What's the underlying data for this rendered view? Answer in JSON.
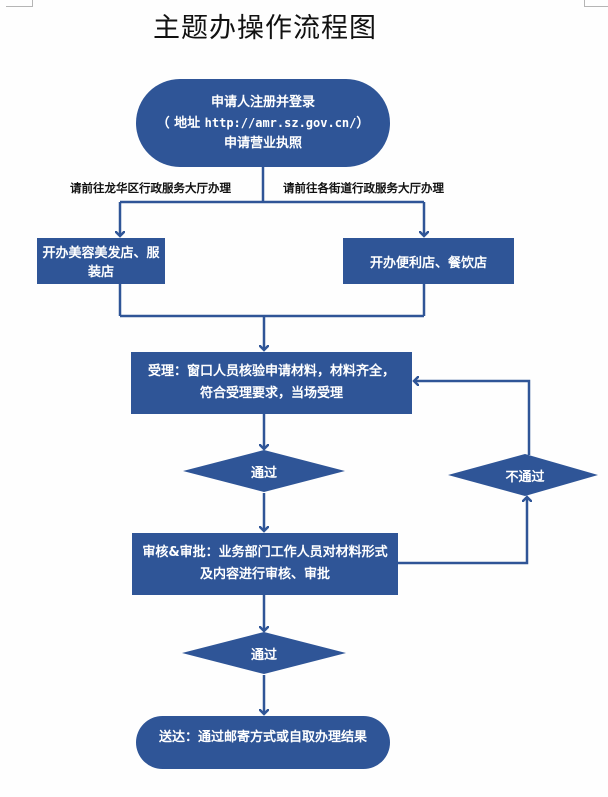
{
  "title": "主题办操作流程图",
  "colors": {
    "node_fill": "#2f5597",
    "connector": "#2f5597",
    "node_text": "#ffffff",
    "label_text": "#111111"
  },
  "nodes": {
    "start": {
      "line1": "申请人注册并登录",
      "line2_prefix": "（ 地址 ",
      "line2_url": "http://amr.sz.gov.cn/",
      "line2_suffix": "）",
      "line3": "申请营业执照"
    },
    "branch_left_label": "请前往龙华区行政服务大厅办理",
    "branch_right_label": "请前往各街道行政服务大厅办理",
    "box_left": "开办美容美发店、服装店",
    "box_right": "开办便利店、餐饮店",
    "accept": {
      "line1": "受理：窗口人员核验申请材料，材料齐全，",
      "line2": "符合受理要求，当场受理"
    },
    "decision_pass_1": "通过",
    "decision_fail": "不通过",
    "review": {
      "line1": "审核&审批：业务部门工作人员对材料形式",
      "line2": "及内容进行审核、审批"
    },
    "decision_pass_2": "通过",
    "end": "送达：通过邮寄方式或自取办理结果"
  }
}
